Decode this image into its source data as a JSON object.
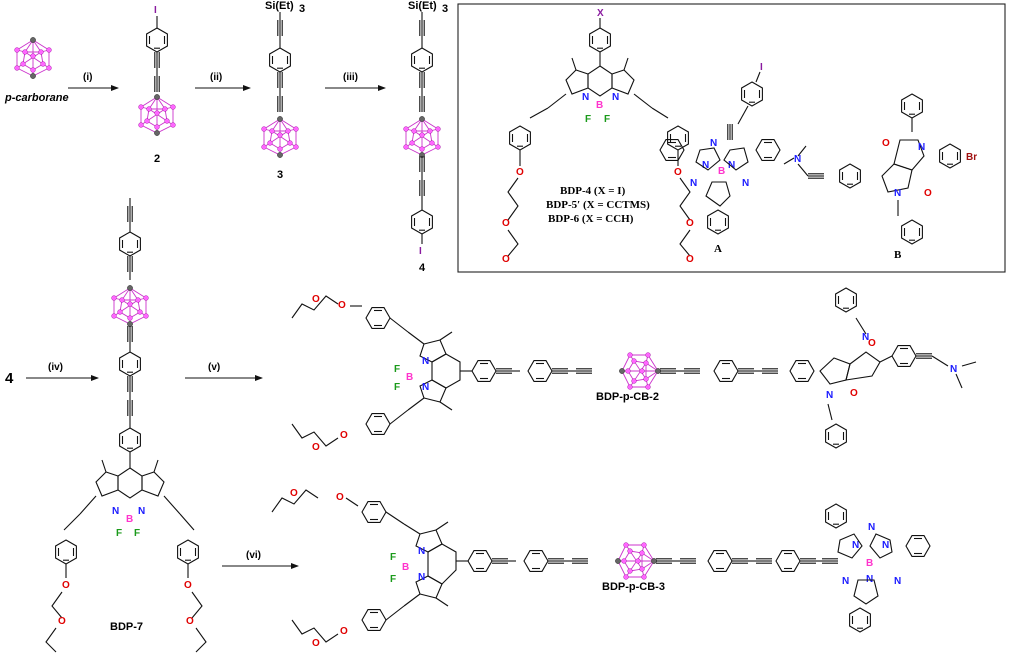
{
  "labels": {
    "p_carborane": "p-carborane",
    "c2": "2",
    "c3": "3",
    "c4": "4",
    "c4_start": "4",
    "bdp7": "BDP-7",
    "cb2": "BDP-p-CB-2",
    "cb3": "BDP-p-CB-3",
    "bdp4": "BDP-4 (X = I)",
    "bdp5": "BDP-5′ (X = CCTMS)",
    "bdp6": "BDP-6 (X = CCH)",
    "A": "A",
    "B": "B"
  },
  "steps": {
    "i": "(i)",
    "ii": "(ii)",
    "iii": "(iii)",
    "iv": "(iv)",
    "v": "(v)",
    "vi": "(vi)"
  },
  "atoms": {
    "siet3": "Si(Et)",
    "sub3": "3",
    "I": "I",
    "X": "X",
    "N": "N",
    "B": "B",
    "F": "F",
    "O": "O",
    "Br": "Br"
  },
  "colors": {
    "nitrogen": "#1a1aff",
    "boron": "#ff33cc",
    "fluorine": "#1a9a1a",
    "oxygen": "#e00000",
    "iodine": "#8a1aa0",
    "carborane_vertex": "#ff66ff"
  }
}
